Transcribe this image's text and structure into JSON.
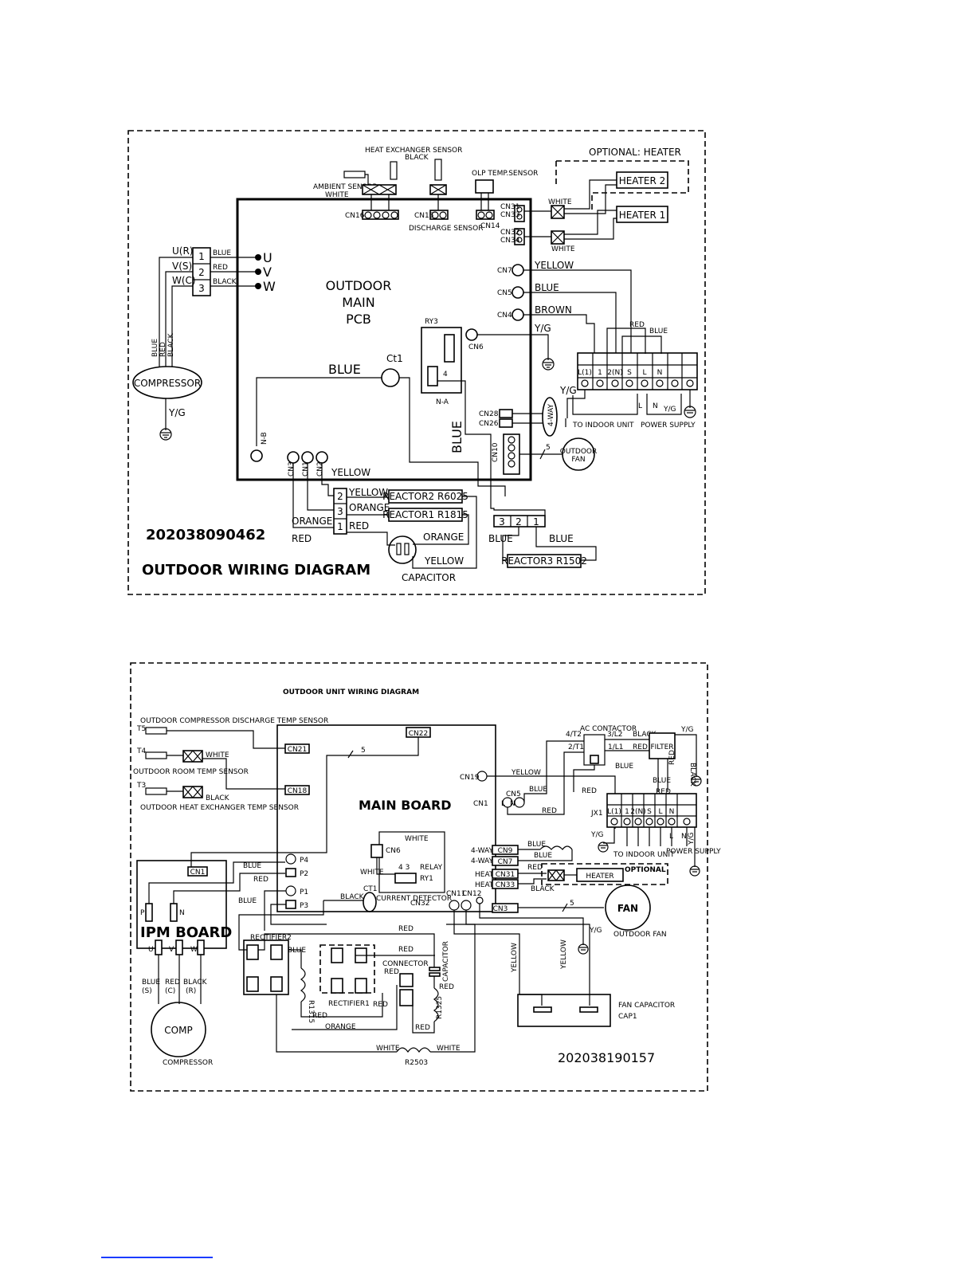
{
  "diagram1": {
    "title": "OUTDOOR WIRING DIAGRAM",
    "part_number": "202038090462",
    "optional_heater": "OPTIONAL: HEATER",
    "heater2": "HEATER 2",
    "heater1": "HEATER 1",
    "pcb_line1": "OUTDOOR",
    "pcb_line2": "MAIN",
    "pcb_line3": "PCB",
    "compressor": "COMPRESSOR",
    "capacitor": "CAPACITOR",
    "outdoor_fan_1": "OUTDOOR",
    "outdoor_fan_2": "FAN",
    "four_way": "4-WAY",
    "reactor1": "REACTOR1  R1815",
    "reactor2": "REACTOR2  R6025",
    "reactor3": "REACTOR3 R1502",
    "ct1": "Ct1",
    "ry3": "RY3",
    "na": "N-A",
    "nb": "N-B",
    "ambient_sensor": "AMBIENT SENSOR",
    "ambient_white": "WHITE",
    "heat_exchanger_sensor": "HEAT EXCHANGER SENSOR",
    "hx_black": "BLACK",
    "olp_temp_sensor": "OLP TEMP.SENSOR",
    "discharge_sensor": "DISCHARGE SENSOR",
    "to_indoor_unit": "TO INDOOR UNIT",
    "power_supply": "POWER SUPPLY",
    "uvw": [
      "U(R)",
      "V(S)",
      "W(C)"
    ],
    "uvw_colors": [
      "BLUE",
      "RED",
      "BLACK"
    ],
    "u": "U",
    "v": "V",
    "w": "W",
    "cn": {
      "cn16": "CN16",
      "cn15": "CN15",
      "cn14": "CN14",
      "cn31": "CN31",
      "cn33": "CN33",
      "cn32": "CN32",
      "cn34": "CN34",
      "cn7": "CN7",
      "cn5": "CN5",
      "cn4": "CN4",
      "cn6": "CN6",
      "cn28": "CN28",
      "cn26": "CN26",
      "cn10": "CN10",
      "cn3": "CN3",
      "cn1": "CN1",
      "cn2": "CN2"
    },
    "terminals": [
      "L(1)",
      "1",
      "2(N)",
      "S",
      "L",
      "N"
    ],
    "wire": {
      "white": "WHITE",
      "yellow": "YELLOW",
      "blue": "BLUE",
      "brown": "BROWN",
      "yg": "Y/G",
      "red": "RED",
      "orange": "ORANGE",
      "black": "BLACK",
      "l": "L",
      "n": "N"
    },
    "reactor_plug": [
      "2",
      "3",
      "1"
    ],
    "plug3": [
      "3",
      "2",
      "1"
    ],
    "fan_wires": "5",
    "relay_pin": "4"
  },
  "diagram2": {
    "title": "OUTDOOR UNIT WIRING DIAGRAM",
    "part_number": "202038190157",
    "main_board": "MAIN BOARD",
    "ipm_board": "IPM BOARD",
    "comp": "COMP",
    "compressor": "COMPRESSOR",
    "fan": "FAN",
    "outdoor_fan": "OUTDOOR FAN",
    "optional": "OPTIONAL",
    "heater": "HEATER",
    "filter": "FILTER",
    "ac_contactor": "AC CONTACTOR",
    "fan_capacitor": "FAN CAPACITOR",
    "cap1": "CAP1",
    "rectifier1": "RECTIFIER1",
    "rectifier2": "RECTIFIER2",
    "connector": "CONNECTOR",
    "capacitor": "CAPACITOR",
    "r1325": "R1325",
    "r1315": "R1315",
    "r2503": "R2503",
    "ct1": "CT1",
    "current_detector": "CURRENT DETECTOR",
    "relay": "RELAY",
    "ry1": "RY1",
    "cn6": "CN6",
    "jx1": "JX1",
    "t5_label": "OUTDOOR COMPRESSOR DISCHARGE TEMP SENSOR",
    "t4_label": "OUTDOOR ROOM TEMP SENSOR",
    "t3_label": "OUTDOOR HEAT EXCHANGER TEMP SENSOR",
    "t5": "T5",
    "t4": "T4",
    "t3": "T3",
    "to_indoor_unit": "TO INDOOR UNIT",
    "power_supply": "POWER SUPPLY",
    "cn": {
      "cn22": "CN22",
      "cn21": "CN21",
      "cn18": "CN18",
      "cn19": "CN19",
      "cn1": "CN1",
      "cn5": "CN5",
      "cn9": "CN9",
      "cn7": "CN7",
      "cn31": "CN31",
      "cn33": "CN33",
      "cn3": "CN3",
      "cn32": "CN32",
      "cn11": "CN11",
      "cn12": "CN12"
    },
    "p": [
      "P4",
      "P2",
      "P1",
      "P3"
    ],
    "ipm_p": "P",
    "ipm_n": "N",
    "ipm_u": "U",
    "ipm_v": "V",
    "ipm_w": "W",
    "comp_wires": [
      "BLUE",
      "RED",
      "BLACK"
    ],
    "comp_terms": [
      "(S)",
      "(C)",
      "(R)"
    ],
    "terminals": [
      "L(1)",
      "1",
      "2(N)",
      "S",
      "L",
      "N"
    ],
    "contactor_pins": [
      "4/T2",
      "3/L2",
      "2/T1",
      "1/L1"
    ],
    "four_way": "4-WAY",
    "heat": "HEAT",
    "wire": {
      "white": "WHITE",
      "yellow": "YELLOW",
      "blue": "BLUE",
      "red": "RED",
      "black": "BLACK",
      "orange": "ORANGE",
      "yg": "Y/G",
      "l": "L",
      "n": "N"
    },
    "relay_pins": "4  3",
    "fan_wires": "5",
    "cn1_lbl": "L",
    "cn5_lbl": "N"
  }
}
